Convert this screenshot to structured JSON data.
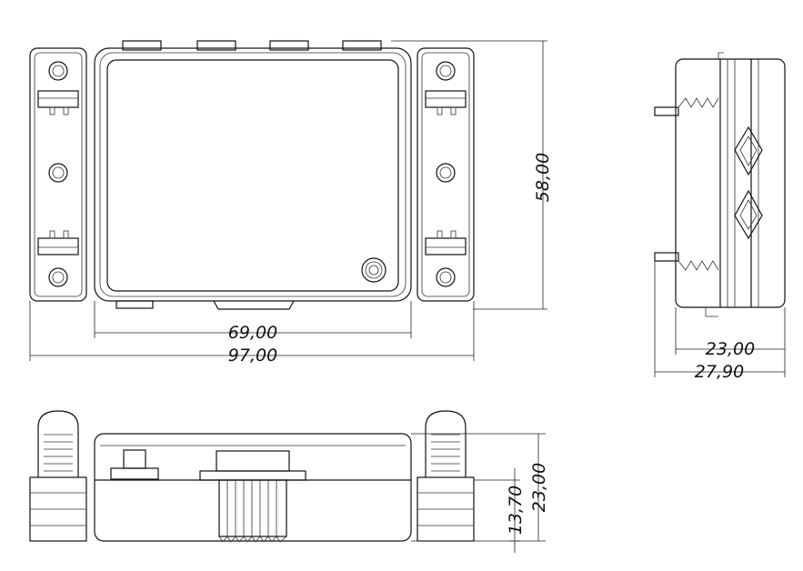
{
  "dimensions": {
    "height_58": "58,00",
    "inner_width_69": "69,00",
    "overall_width_97": "97,00",
    "side_depth_23": "23,00",
    "side_overall_27": "27,90",
    "bottom_height_23": "23,00",
    "bottom_height_13": "13,70"
  }
}
